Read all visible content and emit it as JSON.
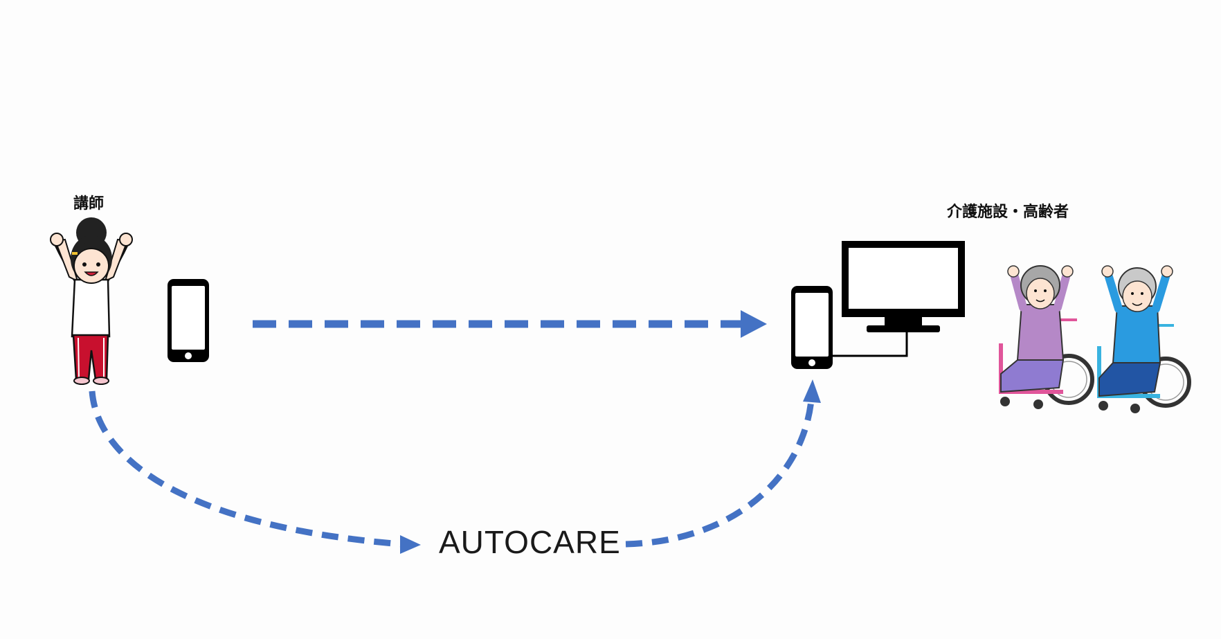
{
  "labels": {
    "instructor": "講師",
    "facility": "介護施設・高齢者",
    "service": "AUTOCARE"
  },
  "colors": {
    "arrow": "#4472C4",
    "device": "#000000"
  },
  "icons": {
    "instructor": "instructor-figure-icon",
    "sender_phone": "smartphone-icon",
    "receiver_phone": "smartphone-icon",
    "monitor": "monitor-icon",
    "elderly": "elderly-wheelchair-icon"
  }
}
